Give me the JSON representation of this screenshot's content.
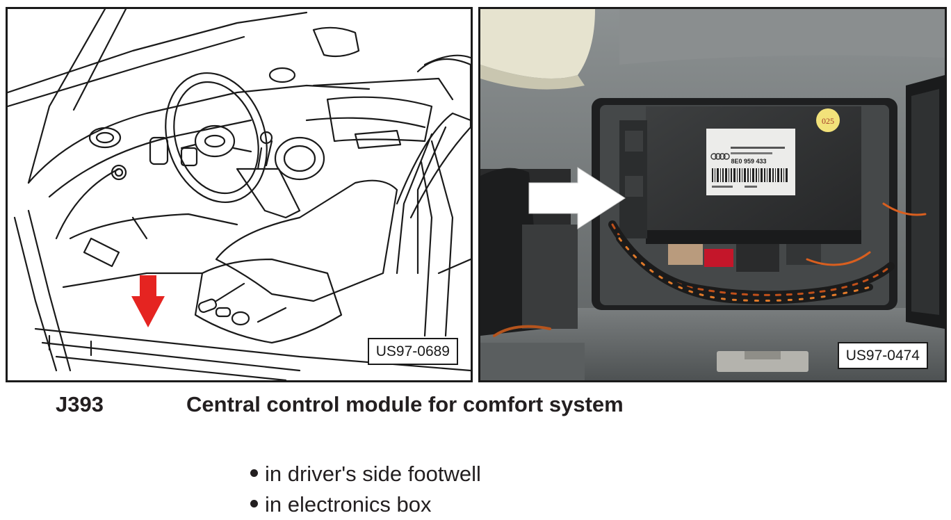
{
  "figures": [
    {
      "id": "driver-footwell-drawing",
      "label": "US97-0689",
      "arrow_color": "#e52421"
    },
    {
      "id": "electronics-box-photo",
      "label": "US97-0474",
      "module_sticker": {
        "part_number": "8E0 959 433",
        "badge": "025"
      }
    }
  ],
  "caption": {
    "code": "J393",
    "title": "Central control module for comfort system"
  },
  "locations": [
    "in driver's side footwell",
    "in electronics box"
  ]
}
